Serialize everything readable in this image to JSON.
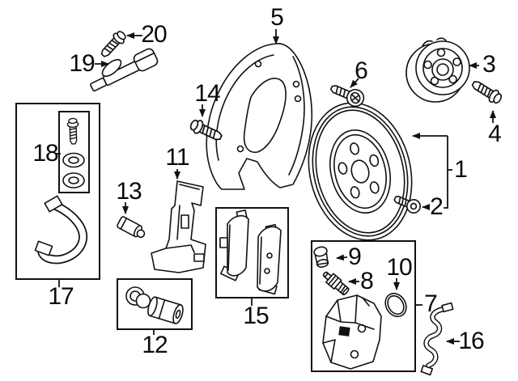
{
  "figure": {
    "type": "exploded-parts-diagram",
    "subject": "disc-brake-components",
    "background": "#ffffff",
    "line_color": "#111111",
    "label_color": "#0a0a0a"
  },
  "parts": [
    {
      "callout": "1",
      "depicts": "vented-brake-rotor"
    },
    {
      "callout": "2",
      "depicts": "rotor-set-screw"
    },
    {
      "callout": "3",
      "depicts": "wheel-hub-flange"
    },
    {
      "callout": "4",
      "depicts": "hub-flange-bolt"
    },
    {
      "callout": "5",
      "depicts": "brake-splash-shield"
    },
    {
      "callout": "6",
      "depicts": "shield-screw"
    },
    {
      "callout": "7",
      "depicts": "brake-caliper-kit"
    },
    {
      "callout": "8",
      "depicts": "bleeder-screw"
    },
    {
      "callout": "9",
      "depicts": "bleeder-cap"
    },
    {
      "callout": "10",
      "depicts": "piston-seal-ring"
    },
    {
      "callout": "11",
      "depicts": "caliper-mounting-bracket"
    },
    {
      "callout": "12",
      "depicts": "guide-pin-bushing-kit"
    },
    {
      "callout": "13",
      "depicts": "guide-bushing"
    },
    {
      "callout": "14",
      "depicts": "bracket-mounting-bolt"
    },
    {
      "callout": "15",
      "depicts": "brake-pad-set"
    },
    {
      "callout": "16",
      "depicts": "pad-retaining-clip"
    },
    {
      "callout": "17",
      "depicts": "hose-bracket-kit"
    },
    {
      "callout": "18",
      "depicts": "bolt-and-seal-kit"
    },
    {
      "callout": "19",
      "depicts": "wheel-speed-sensor"
    },
    {
      "callout": "20",
      "depicts": "sensor-bolt"
    }
  ]
}
